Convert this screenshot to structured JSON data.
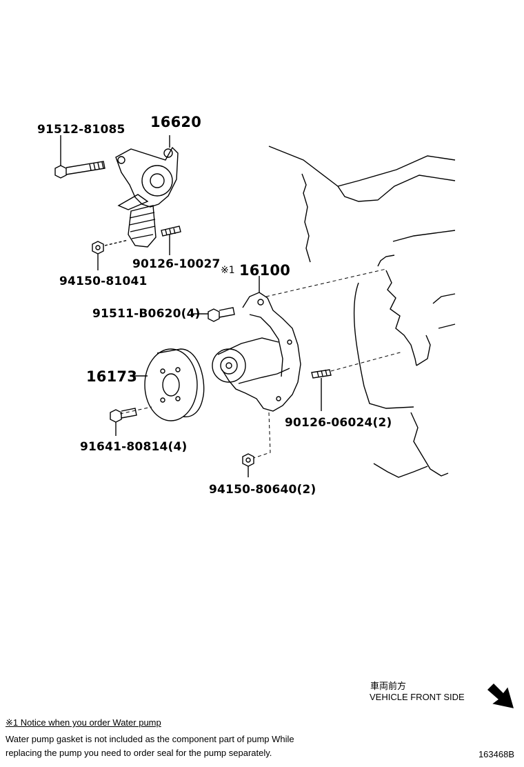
{
  "parts": {
    "p16620": "16620",
    "p91512": "91512-81085",
    "p94150a": "94150-81041",
    "p90126a": "90126-10027",
    "p16100_mark": "※1",
    "p16100": "16100",
    "p91511": "91511-B0620(4)",
    "p16173": "16173",
    "p90126b": "90126-06024(2)",
    "p91641": "91641-80814(4)",
    "p94150b": "94150-80640(2)"
  },
  "direction": {
    "japanese": "車両前方",
    "english": "VEHICLE FRONT SIDE"
  },
  "notice": {
    "title": "※1 Notice when you order Water pump",
    "line1": "Water pump gasket is not included as the component part of pump While",
    "line2": "replacing the pump you need to order seal for the pump separately."
  },
  "figure_number": "163468B"
}
